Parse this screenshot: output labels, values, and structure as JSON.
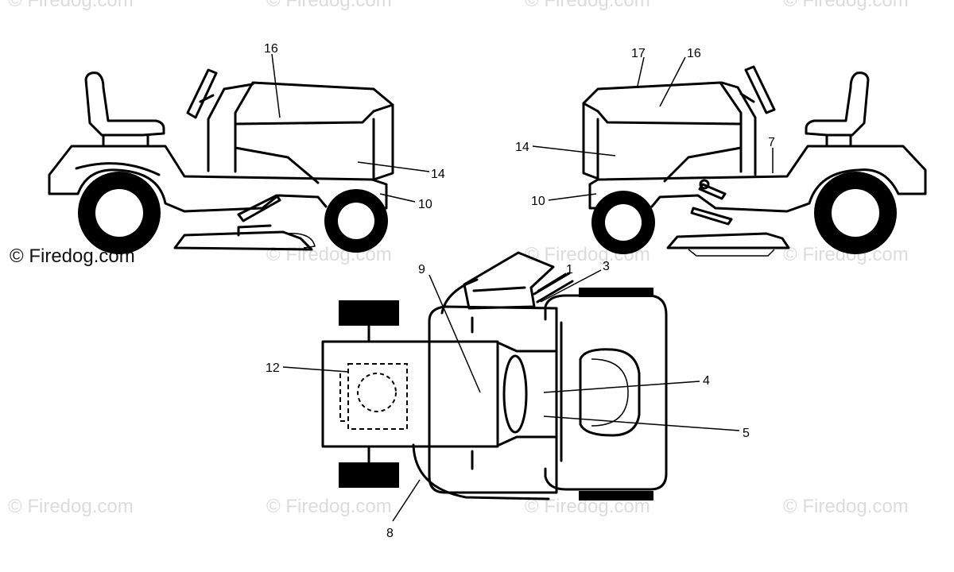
{
  "watermark": {
    "text": "© Firedog.com",
    "text_alt": "Firedog.com"
  },
  "callouts": {
    "left_16": "16",
    "left_14": "14",
    "left_10": "10",
    "right_17": "17",
    "right_16": "16",
    "right_14": "14",
    "right_7": "7",
    "right_10": "10",
    "top_9": "9",
    "top_1": "1",
    "top_3": "3",
    "top_12": "12",
    "top_4": "4",
    "top_5": "5",
    "top_8": "8"
  },
  "colors": {
    "line": "#000000",
    "watermark": "#dcdcdc",
    "background": "#ffffff"
  }
}
